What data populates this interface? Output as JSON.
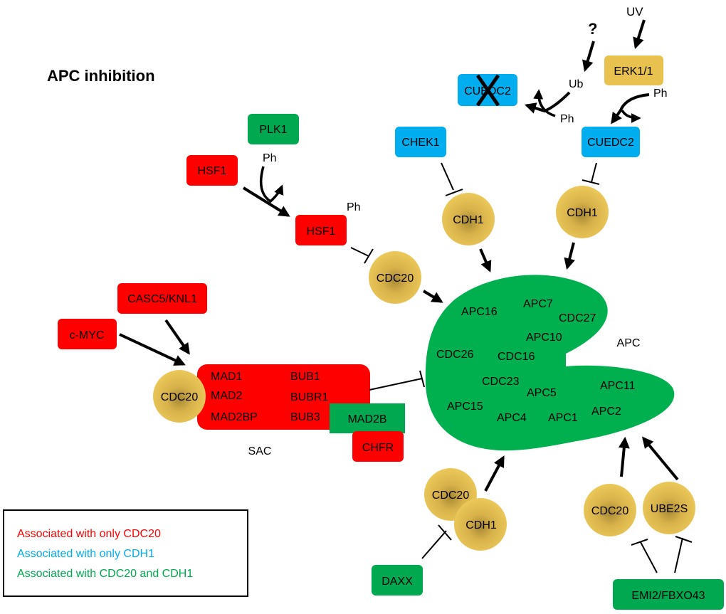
{
  "title": "APC inhibition",
  "colors": {
    "cdc20_only": "#ff0000",
    "cdh1_only": "#00aeef",
    "both": "#00a94f",
    "coactivator": "#e8c14e",
    "erk": "#e8c14e",
    "apc": "#00b04f"
  },
  "nodes": {
    "uv": "UV",
    "question": "?",
    "ub": "Ub",
    "ph_ub": "Ph",
    "erk": "ERK1/1",
    "ph_erk": "Ph",
    "cuedc2_degraded": "CUEDC2",
    "cuedc2": "CUEDC2",
    "chek1": "CHEK1",
    "cdh1_chek1": "CDH1",
    "cdh1_cuedc2": "CDH1",
    "plk1": "PLK1",
    "ph_plk1": "Ph",
    "hsf1_a": "HSF1",
    "hsf1_b": "HSF1",
    "ph_hsf1": "Ph",
    "cdc20_hsf1": "CDC20",
    "casc5": "CASC5/KNL1",
    "cmyc": "c-MYC",
    "cdc20_sac": "CDC20",
    "sac_label": "SAC",
    "sac_left": [
      "MAD1",
      "MAD2",
      "MAD2BP"
    ],
    "sac_right": [
      "BUB1",
      "BUBR1",
      "BUB3"
    ],
    "mad2b": "MAD2B",
    "chfr": "CHFR",
    "apc_label": "APC",
    "apc_subunits": [
      "APC16",
      "APC7",
      "CDC27",
      "APC10",
      "CDC26",
      "CDC16",
      "CDC23",
      "APC5",
      "APC11",
      "APC15",
      "APC4",
      "APC1",
      "APC2"
    ],
    "cdc20_daxx": "CDC20",
    "cdh1_daxx": "CDH1",
    "daxx": "DAXX",
    "cdc20_emi2": "CDC20",
    "ube2s": "UBE2S",
    "emi2": "EMI2/FBXO43"
  },
  "legend": {
    "items": [
      {
        "label": "Associated with only CDC20",
        "color": "#ff0000"
      },
      {
        "label": "Associated with only CDH1",
        "color": "#00aeef"
      },
      {
        "label": "Associated with CDC20 and CDH1",
        "color": "#00a94f"
      }
    ]
  }
}
